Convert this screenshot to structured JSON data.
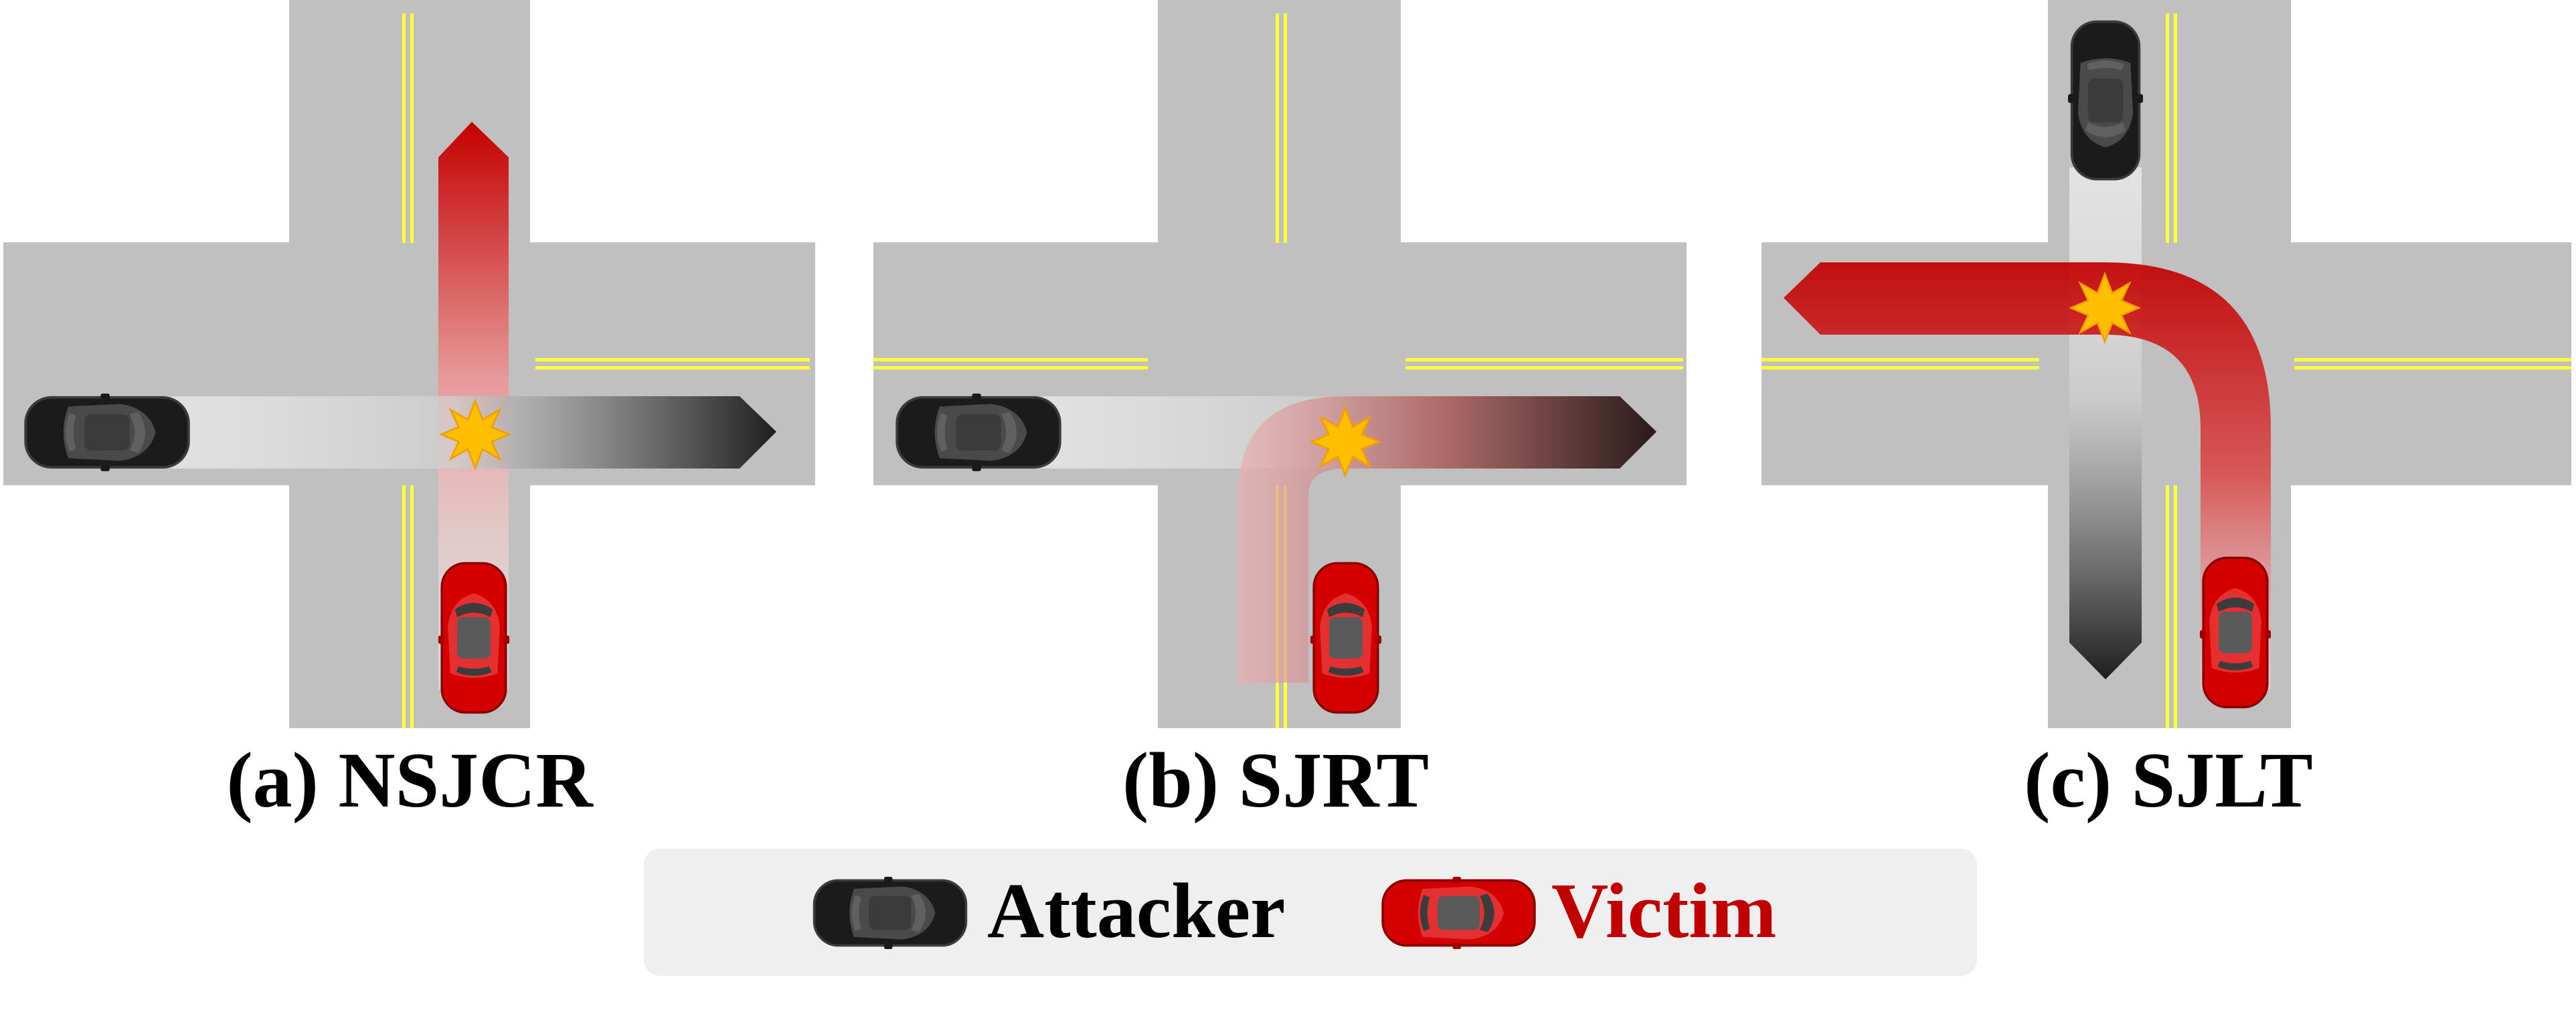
{
  "panels": [
    {
      "id": "a",
      "caption": "(a) NSJCR"
    },
    {
      "id": "b",
      "caption": "(b) SJRT"
    },
    {
      "id": "c",
      "caption": "(c) SJLT"
    }
  ],
  "legend": {
    "attacker_label": "Attacker",
    "victim_label": "Victim"
  },
  "colors": {
    "road": "#c0c0c0",
    "lane_marking": "#ffff33",
    "victim": "#c80000",
    "victim_text": "#c00000",
    "attacker": "#222222",
    "collision": "#ffc000",
    "legend_bg": "#efefef"
  }
}
